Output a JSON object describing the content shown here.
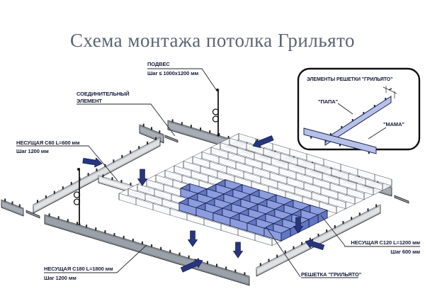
{
  "title": "Схема монтажа потолка Грильято",
  "palette": {
    "title_text": "#5a6472",
    "label_text": "#151b38",
    "line": "#26262a",
    "arrow_fill": "#27367e",
    "arrow_stroke": "#161f4d",
    "profile_dark_front": "#a7adb5",
    "profile_dark_edge": "#81878f",
    "profile_mid_front": "#9aa1a9",
    "profile_light_front": "#dfe2e5",
    "profile_light_edge": "#b9bdc2",
    "profile_white_front": "#eef0f2",
    "profile_white_edge": "#d2d5d9",
    "grid_fin_fill": "#fafbfc",
    "grid_stroke": "#5d6269",
    "blue_fin_a": "#8b9dde",
    "blue_fin_b": "#6277c2",
    "blue_stroke": "#141c45",
    "inset_strip": "#b7c1e8",
    "inset_stroke": "#1d2554"
  },
  "labels": {
    "podves": {
      "line1": "ПОДВЕС",
      "line2": "Шаг ≤ 1000х1200 мм"
    },
    "connector": {
      "line1": "СОЕДИНИТЕЛЬНЫЙ",
      "line2": "ЭЛЕМЕНТ"
    },
    "c60": {
      "line1": "НЕСУЩАЯ С60 L=600 мм",
      "line2": "Шаг 1200 мм"
    },
    "c180": {
      "line1": "НЕСУЩАЯ С180 L=1800 мм",
      "line2": "Шаг 1200 мм"
    },
    "c120": {
      "line1": "НЕСУЩАЯ С120 L=1200 мм",
      "line2": "Шаг 600 мм"
    },
    "grille": {
      "line1": "РЕШЕТКА \"ГРИЛЬЯТО\""
    },
    "inset": {
      "title": "ЭЛЕМЕНТЫ РЕШЕТКИ \"ГРИЛЬЯТО\"",
      "papa": "\"ПАПА\"",
      "mama": "\"МАМА\""
    }
  }
}
